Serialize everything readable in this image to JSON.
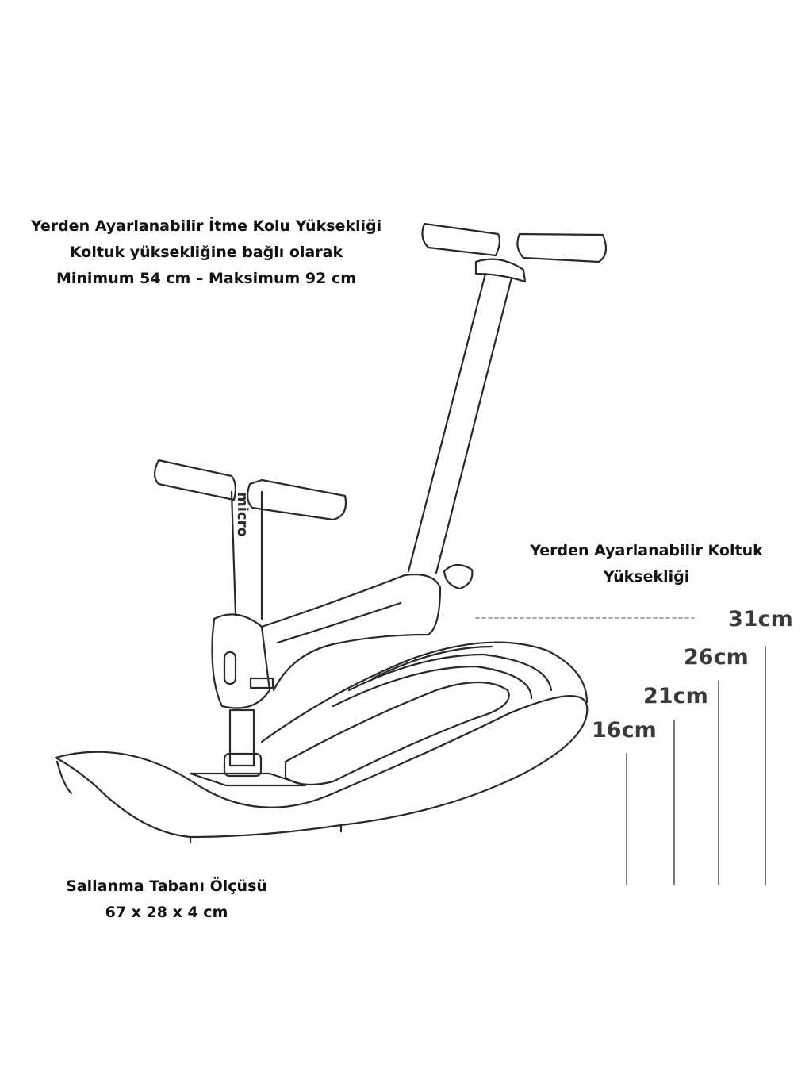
{
  "handle_height": {
    "title": "Yerden Ayarlanabilir İtme Kolu Yüksekliği",
    "line2": "Koltuk yüksekliğine bağlı olarak",
    "line3": "Minimum 54 cm – Maksimum 92 cm"
  },
  "seat_height": {
    "title_line1": "Yerden Ayarlanabilir Koltuk",
    "title_line2": "Yüksekliği",
    "levels": [
      "16cm",
      "21cm",
      "26cm",
      "31cm"
    ]
  },
  "base": {
    "title": "Sallanma Tabanı Ölçüsü",
    "size": "67 x 28 x 4 cm"
  },
  "logo": "micro",
  "colors": {
    "line": "#2a2a2a",
    "text": "#111111",
    "measure": "#3a3a3a"
  }
}
